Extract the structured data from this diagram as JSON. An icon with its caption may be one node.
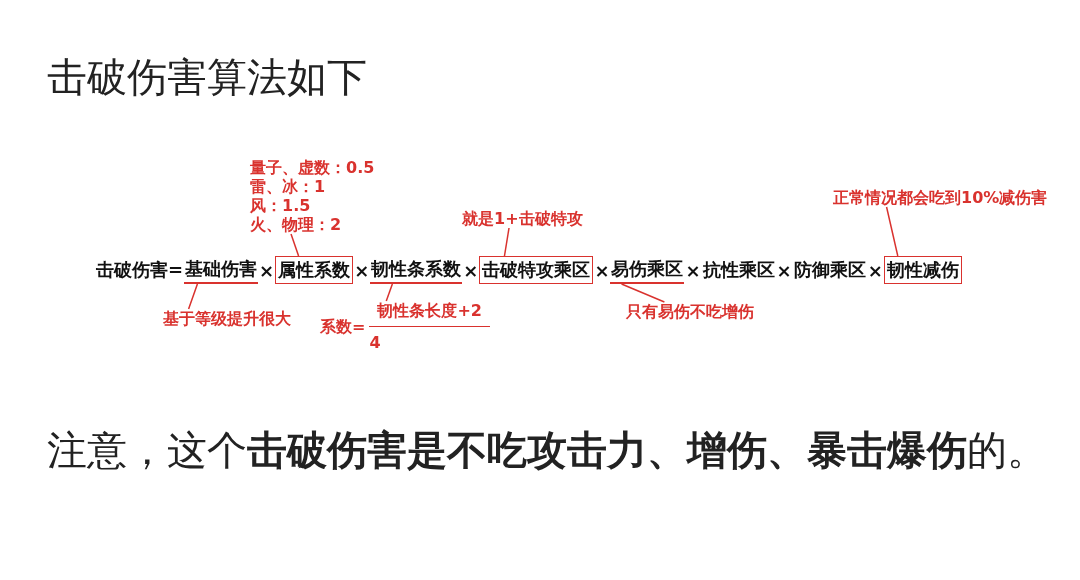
{
  "diagram": {
    "title": "击破伤害算法如下",
    "caption": "注意，这个**击破伤害是不吃攻击力、增伤、暴击爆伤**的。",
    "nodes": [
      {
        "text": [
          "量子、虚数：0.5",
          "雷、冰：1",
          "风：1.5",
          "火、物理：2"
        ]
      },
      {
        "text": [
          "就是1+击破特攻"
        ]
      },
      {
        "text": [
          "正常情况都会吃到10%减伤害"
        ]
      },
      {
        "text": [
          "基础伤害"
        ]
      },
      {
        "text": [
          "属性系数"
        ]
      },
      {
        "text": [
          "韧性条系数"
        ]
      },
      {
        "text": [
          "击破特攻乘区"
        ]
      },
      {
        "text": [
          "易伤乘区"
        ]
      },
      {
        "text": [
          "韧性减伤"
        ]
      },
      {
        "text": [
          "基于等级提升很大"
        ]
      },
      {
        "text": [
          "系数=",
          "韧性条长度+2",
          "4"
        ]
      },
      {
        "text": [
          "只有易伤不吃增伤"
        ]
      }
    ],
    "edges": [
      {
        "from": 0,
        "to": 4,
        "arrow": "none"
      },
      {
        "from": 1,
        "to": 6,
        "arrow": "none"
      },
      {
        "from": 2,
        "to": 8,
        "arrow": "none"
      },
      {
        "from": 9,
        "to": 3,
        "arrow": "none"
      },
      {
        "from": 10,
        "to": 5,
        "arrow": "none"
      },
      {
        "from": 11,
        "to": 7,
        "arrow": "none"
      }
    ],
    "labels": [
      "击破伤害=",
      "×",
      "×",
      "×",
      "×",
      "×",
      "抗性乘区",
      "×",
      "防御乘区",
      "×"
    ]
  }
}
